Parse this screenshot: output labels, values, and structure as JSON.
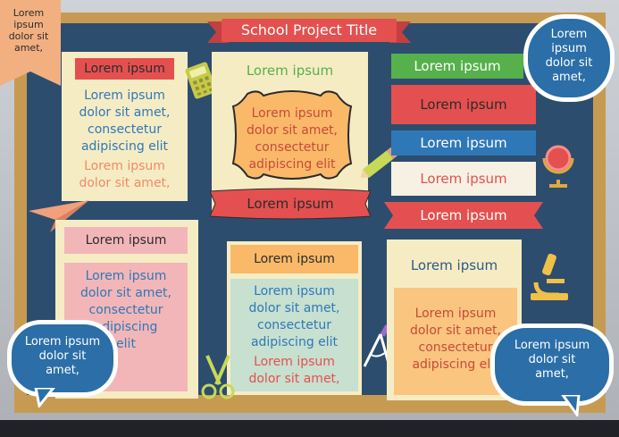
{
  "title": "School Project Title",
  "corner_note": {
    "lines": [
      "Lorem",
      "ipsum",
      "dolor sit",
      "amet,"
    ]
  },
  "bubbles": {
    "top_right": [
      "Lorem",
      "ipsum",
      "dolor sit",
      "amet,"
    ],
    "bottom_left": [
      "Lorem ipsum",
      "dolor sit",
      "amet,"
    ],
    "bottom_right": [
      "Lorem ipsum",
      "dolor sit",
      "amet,"
    ]
  },
  "card1": {
    "heading": "Lorem ipsum",
    "lines_blue": [
      "Lorem ipsum",
      "dolor sit amet,",
      "consectetur",
      "adipiscing elit"
    ],
    "lines_orange": [
      "Lorem ipsum",
      "dolor sit amet,"
    ]
  },
  "card2": {
    "heading": "Lorem ipsum",
    "frame_lines": [
      "Lorem ipsum",
      "dolor sit amet,",
      "consectetur",
      "adipiscing elit"
    ],
    "ribbon": "Lorem ipsum"
  },
  "stack": [
    {
      "label": "Lorem ipsum",
      "color": "#56b04b",
      "text_color": "#ffffff"
    },
    {
      "label": "Lorem ipsum",
      "color": "#e4504f",
      "text_color": "#2b2b2b"
    },
    {
      "label": "Lorem ipsum",
      "color": "#2f78b7",
      "text_color": "#ffffff"
    },
    {
      "label": "Lorem ipsum",
      "color": "#f7f1e3",
      "text_color": "#e4504f"
    }
  ],
  "stack_ribbon": "Lorem ipsum",
  "card3": {
    "heading": "Lorem ipsum",
    "lines": [
      "Lorem ipsum",
      "dolor sit amet,",
      "consectetur",
      "adipiscing",
      "elit"
    ]
  },
  "card4": {
    "heading": "Lorem ipsum",
    "lines_blue": [
      "Lorem ipsum",
      "dolor sit amet,",
      "consectetur",
      "adipiscing elit"
    ],
    "lines_orange": [
      "Lorem ipsum",
      "dolor sit amet,"
    ]
  },
  "card5": {
    "heading": "Lorem ipsum",
    "lines": [
      "Lorem ipsum",
      "dolor sit amet,",
      "consectetur",
      "adipiscing elit"
    ]
  },
  "icons": [
    "calculator-icon",
    "pencil-icon",
    "globe-icon",
    "paper-plane-icon",
    "scissors-icon",
    "compass-icon",
    "microscope-icon"
  ]
}
